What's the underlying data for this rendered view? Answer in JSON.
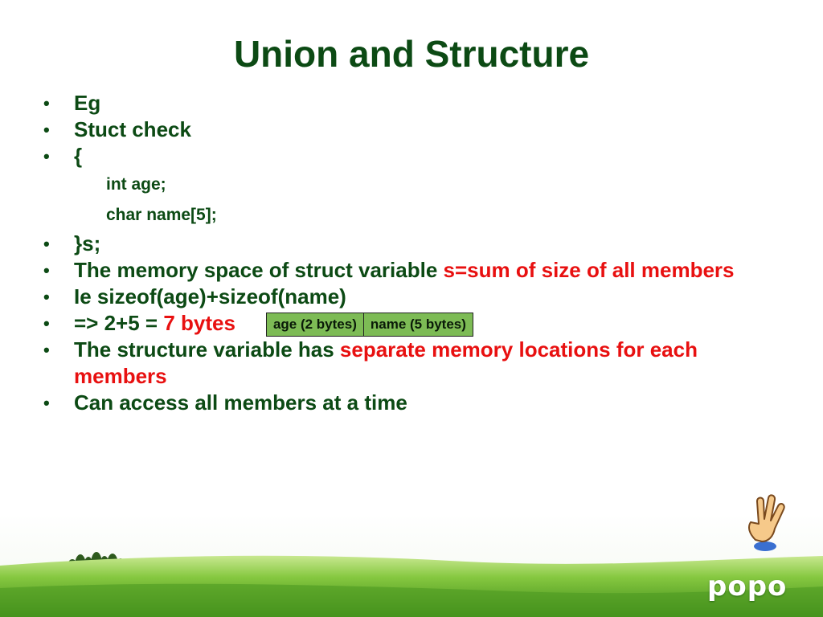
{
  "title": "Union and Structure",
  "bullet_char": "•",
  "bullets": {
    "b0": "Eg",
    "b1": "Stuct check",
    "b2": "{",
    "code1": "int age;",
    "code2": "char name[5];",
    "b3": "}s;",
    "b4_a": "The memory space of struct variable ",
    "b4_b": "s=sum of size of all members",
    "b5": "Ie sizeof(age)+sizeof(name)",
    "b6_a": "=> 2+5 = ",
    "b6_b": "7 bytes",
    "b7_a": "The structure variable has ",
    "b7_b": "separate memory locations for each members",
    "b8": "Can access all members at a time"
  },
  "memory_diagram": {
    "cell1": "age (2 bytes)",
    "cell2": "name (5 bytes)",
    "fill_color": "#7dbb55"
  },
  "colors": {
    "title": "#0c4a14",
    "text": "#0c4a14",
    "highlight": "#e81010"
  },
  "brand": "popo",
  "decor_icon": "hand-icon"
}
